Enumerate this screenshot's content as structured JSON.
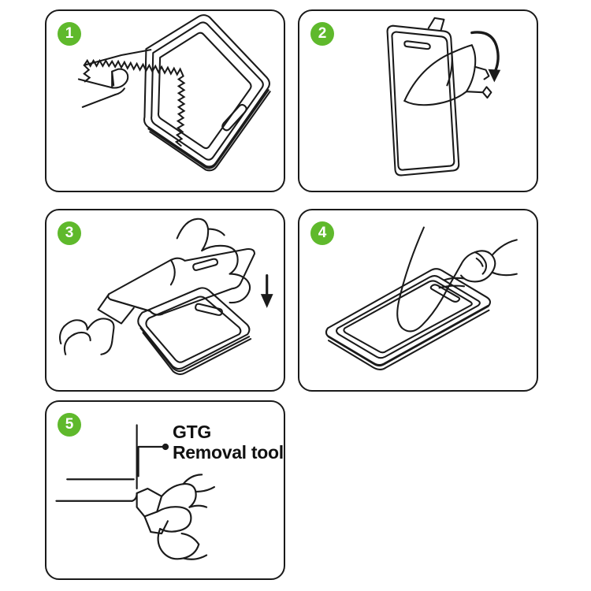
{
  "document": {
    "kind": "screen-protector-installation-instructions",
    "panel_count": 5,
    "background_color": "#ffffff",
    "line_color": "#1a1a1a",
    "badge_color": "#5fb92c",
    "badge_text_color": "#ffffff"
  },
  "panels": [
    {
      "step": "1",
      "icon": "hand-wiping-phone-with-cleaning-cloth-icon",
      "caption": ""
    },
    {
      "step": "2",
      "icon": "peeling-film-off-phone-with-curved-arrow-icon",
      "caption": ""
    },
    {
      "step": "3",
      "icon": "hands-aligning-protector-over-phone-with-down-arrow-icon",
      "caption": ""
    },
    {
      "step": "4",
      "icon": "finger-smoothing-protector-on-phone-icon",
      "caption": ""
    },
    {
      "step": "5",
      "icon": "hand-holding-gtg-removal-tool-at-edge-icon",
      "caption_line_1": "GTG",
      "caption_line_2": "Removal tool"
    }
  ]
}
